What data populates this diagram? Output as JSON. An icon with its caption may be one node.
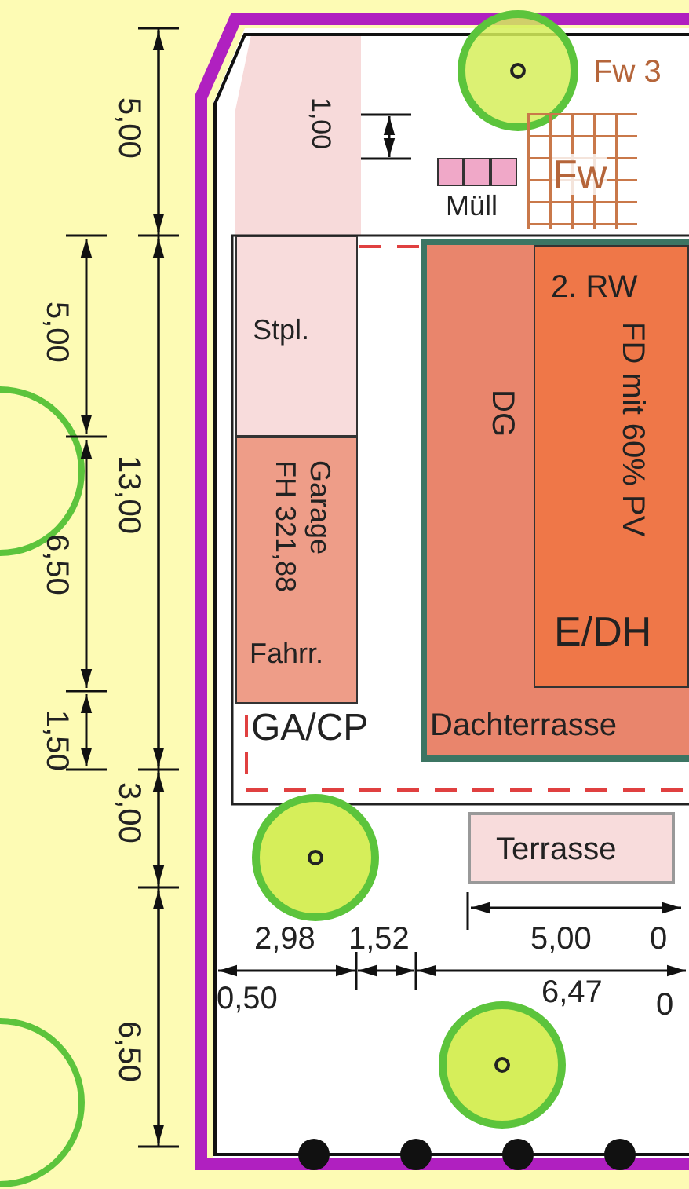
{
  "diagram": {
    "nodes": [
      {
        "text": [
          "GA/CP"
        ]
      },
      {
        "text": [
          "Stpl."
        ],
        "in": 0
      },
      {
        "text": [
          "Garage",
          "FH 321,88",
          "Fahrr."
        ],
        "in": 0
      },
      {
        "text": [
          "DG",
          "Dachterrasse"
        ]
      },
      {
        "text": [
          "2. RW",
          "FD mit 60% PV",
          "E/DH"
        ],
        "in": 3
      },
      {
        "text": [
          "Terrasse"
        ]
      },
      {
        "text": [
          "Müll"
        ]
      },
      {
        "text": [
          "Fw"
        ]
      }
    ],
    "labels": [
      "Fw 3",
      "5,00",
      "1,00",
      "5,00",
      "13,00",
      "6,50",
      "1,50",
      "3,00",
      "2,98",
      "1,52",
      "5,00",
      "0",
      "0,50",
      "6,47",
      "0",
      "6,50"
    ]
  }
}
